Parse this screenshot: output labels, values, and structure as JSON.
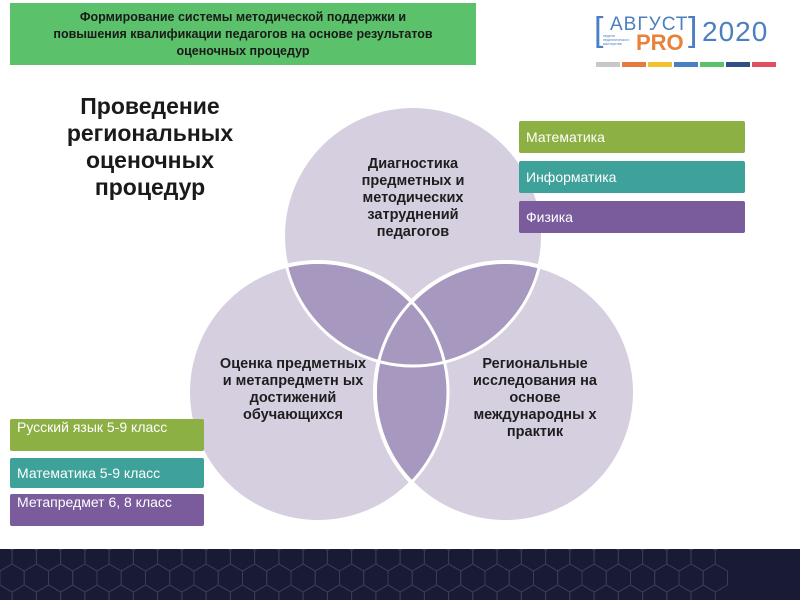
{
  "banner": {
    "title": "Формирование системы методической поддержки и\nповышения квалификации педагогов на основе результатов\nоценочных процедур"
  },
  "logo": {
    "bracket_left": "[",
    "word": "АВГУСТ",
    "pro": "PRO",
    "bracket_right": "]",
    "year": "2020",
    "subtitle": "неделя педагогического мастерства"
  },
  "heading": "Проведение региональных оценочных процедур",
  "circles": {
    "top": "Диагностика предметных и методических затруднений педагогов",
    "left": "Оценка предметных и метапредметн ых достижений обучающихся",
    "right": "Региональные исследования на основе международны х практик"
  },
  "top_tags": [
    {
      "label": "Математика",
      "color": "#8db045"
    },
    {
      "label": "Информатика",
      "color": "#3fa29a"
    },
    {
      "label": "Физика",
      "color": "#7a5b9c"
    }
  ],
  "left_tags": [
    {
      "label": "Русский язык 5-9 класс",
      "color": "#8db045"
    },
    {
      "label": "Математика 5-9 класс",
      "color": "#3fa29a"
    },
    {
      "label": "Метапредмет 6, 8 класс",
      "color": "#7a5b9c"
    }
  ],
  "colors": {
    "banner": "#5bc16a",
    "circle_fill": "#d5cfe0",
    "overlap_fill": "#a698bf",
    "footer": "#191a33",
    "stripes": [
      "#c8c8c8",
      "#e57b3b",
      "#f2c230",
      "#4a7fc1",
      "#5bc16a",
      "#2f4f87",
      "#e0515d"
    ]
  }
}
